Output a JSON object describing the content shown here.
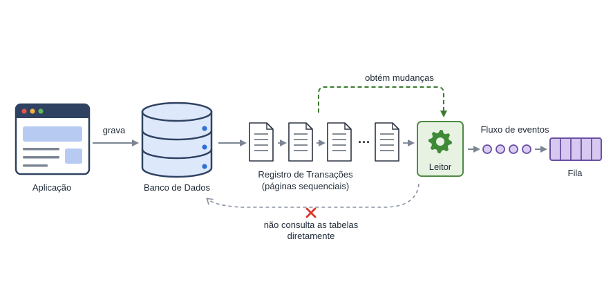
{
  "labels": {
    "application": "Aplicação",
    "writes": "grava",
    "database": "Banco de Dados",
    "log_title": "Registro de Transações",
    "log_subtitle": "(páginas sequenciais)",
    "ellipsis": "···",
    "fetch_changes": "obtém mudanças",
    "reader": "Leitor",
    "event_stream": "Fluxo de eventos",
    "queue": "Fila",
    "no_query_line1": "não consulta as tabelas",
    "no_query_line2": "diretamente"
  },
  "colors": {
    "navy": "#2f4262",
    "app_body": "#ffffff",
    "app_block": "#b7cbf2",
    "db_fill": "#dde8fb",
    "db_dot": "#2f6fd1",
    "doc_stroke": "#2b3440",
    "arrow_gray": "#7b8594",
    "reader_fill": "#e7f2e3",
    "reader_stroke": "#4f8a44",
    "gear": "#3f8a36",
    "dash_green": "#3a7a2e",
    "event_fill": "#d9cdf3",
    "event_stroke": "#6a4fa3",
    "queue_fill": "#d6c8f1",
    "queue_stroke": "#6a4fa3",
    "cross_red": "#d9342b",
    "text": "#1f2a37"
  },
  "icons": [
    "browser-window-icon",
    "database-icon",
    "document-icon",
    "gear-icon",
    "red-x-icon"
  ]
}
